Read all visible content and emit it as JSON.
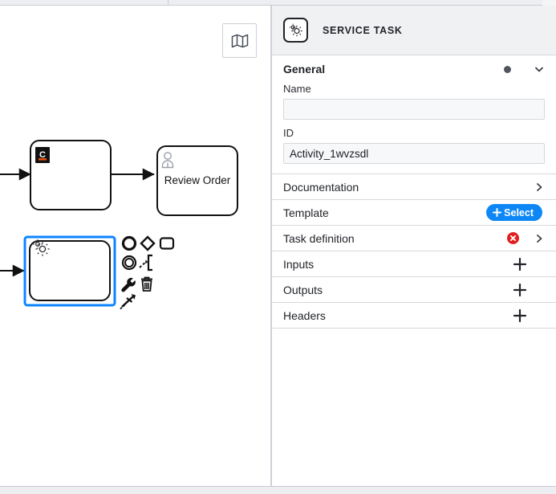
{
  "canvas": {
    "minimap_button": {
      "icon": "map-icon",
      "title": "Toggle minimap"
    },
    "elements": [
      {
        "id": "task-connector",
        "type": "service-task",
        "label": "",
        "marker_icon": "camunda-connector-icon"
      },
      {
        "id": "task-review-order",
        "type": "user-task",
        "label": "Review Order",
        "marker_icon": "user-icon"
      },
      {
        "id": "task-selected-service",
        "type": "service-task",
        "label": "",
        "marker_icon": "gears-icon",
        "selected": true
      }
    ],
    "context_pad": [
      {
        "name": "append-end-event",
        "icon": "circle-icon"
      },
      {
        "name": "append-gateway",
        "icon": "diamond-icon"
      },
      {
        "name": "append-task",
        "icon": "rounded-rect-icon"
      },
      {
        "name": "append-intermediate-event",
        "icon": "double-circle-icon"
      },
      {
        "name": "append-text-annotation",
        "icon": "annotation-icon"
      },
      {
        "name": "change-element-wrench",
        "icon": "wrench-icon"
      },
      {
        "name": "delete-element",
        "icon": "trash-icon"
      },
      {
        "name": "connect",
        "icon": "connect-arrow-icon"
      }
    ]
  },
  "panel": {
    "header": {
      "icon": "service-task-icon",
      "title": "SERVICE TASK"
    },
    "general": {
      "title": "General",
      "has_changes_dot": true,
      "collapse_icon": "chevron-down-icon",
      "fields": [
        {
          "label": "Name",
          "value": "",
          "placeholder": ""
        },
        {
          "label": "ID",
          "value": "Activity_1wvzsdl",
          "placeholder": ""
        }
      ]
    },
    "sections": [
      {
        "label": "Documentation",
        "action": "chevron",
        "icon": "chevron-right-icon"
      },
      {
        "label": "Template",
        "action": "select",
        "button_label": "Select",
        "button_icon": "plus-icon",
        "button_color": "#0d87f5"
      },
      {
        "label": "Task definition",
        "action": "chevron-error",
        "icon": "chevron-right-icon",
        "error_icon": "error-circle-icon",
        "error_color": "#e02020"
      },
      {
        "label": "Inputs",
        "action": "plus",
        "icon": "plus-icon"
      },
      {
        "label": "Outputs",
        "action": "plus",
        "icon": "plus-icon"
      },
      {
        "label": "Headers",
        "action": "plus",
        "icon": "plus-icon"
      }
    ]
  }
}
